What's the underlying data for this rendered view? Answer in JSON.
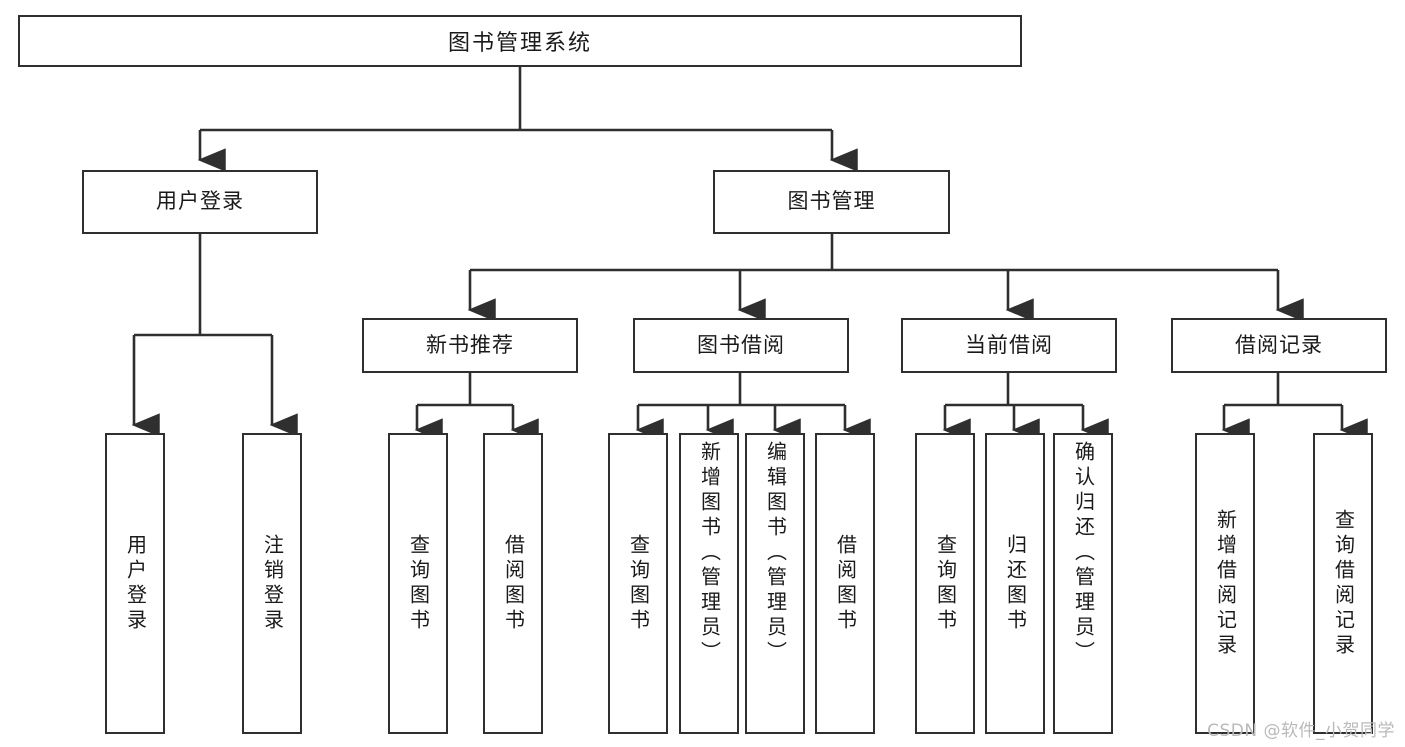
{
  "diagram": {
    "title": "图书管理系统",
    "type": "tree-hierarchy-chart",
    "root": {
      "label": "图书管理系统"
    },
    "level2": [
      {
        "label": "用户登录"
      },
      {
        "label": "图书管理"
      }
    ],
    "level3": [
      {
        "label": "新书推荐"
      },
      {
        "label": "图书借阅"
      },
      {
        "label": "当前借阅"
      },
      {
        "label": "借阅记录"
      }
    ],
    "leaves": {
      "user_login": [
        {
          "label": "用户登录"
        },
        {
          "label": "注销登录"
        }
      ],
      "new_book_recommend": [
        {
          "label": "查询图书"
        },
        {
          "label": "借阅图书"
        }
      ],
      "book_borrow": [
        {
          "label": "查询图书"
        },
        {
          "label": "新增图书（管理员）"
        },
        {
          "label": "编辑图书（管理员）"
        },
        {
          "label": "借阅图书"
        }
      ],
      "current_borrow": [
        {
          "label": "查询图书"
        },
        {
          "label": "归还图书"
        },
        {
          "label": "确认归还（管理员）"
        }
      ],
      "borrow_record": [
        {
          "label": "新增借阅记录"
        },
        {
          "label": "查询借阅记录"
        }
      ]
    }
  },
  "watermark": {
    "text": "CSDN @软件_小贺同学"
  },
  "colors": {
    "stroke": "#2f2f2f",
    "background": "#ffffff",
    "text": "#1a1a1a",
    "watermark": "#b9b9b9"
  }
}
